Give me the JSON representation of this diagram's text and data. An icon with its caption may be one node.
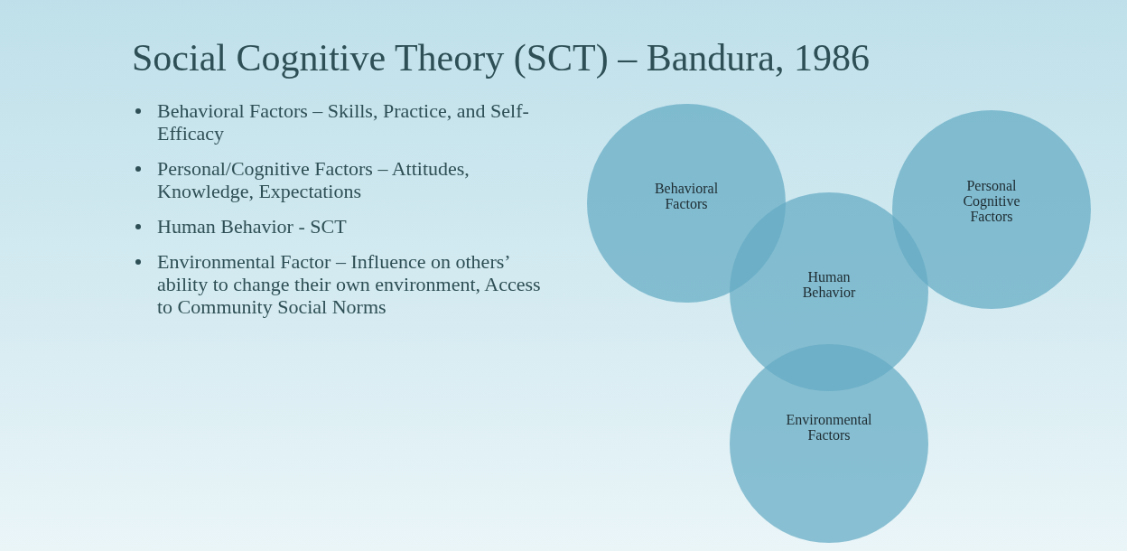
{
  "diagram": {
    "title": "Social Cognitive Theory (SCT) – Bandura, 1986",
    "nodes": [
      {
        "text": [
          "Behavioral Factors"
        ]
      },
      {
        "text": [
          "Human Behavior"
        ]
      },
      {
        "text": [
          "Personal Cognitive Factors"
        ]
      },
      {
        "text": [
          "Environmental Factors"
        ]
      }
    ],
    "edges": [],
    "labels": [
      "Behavioral Factors – Skills, Practice, and Self-Efficacy",
      "Personal/Cognitive Factors – Attitudes, Knowledge, Expectations",
      "Human Behavior - SCT",
      "Environmental Factor – Influence on others’ ability to change their own environment, Access to Community Social Norms"
    ]
  }
}
